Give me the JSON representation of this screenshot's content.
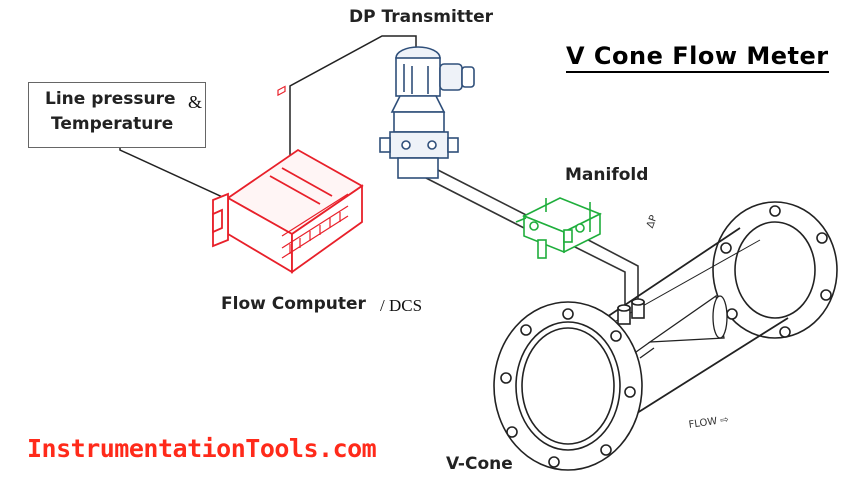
{
  "labels": {
    "dp_transmitter": "DP Transmitter",
    "title": "V Cone Flow Meter",
    "line_pressure": "Line pressure",
    "ampersand": "&",
    "temperature": "Temperature",
    "manifold": "Manifold",
    "flow_computer": "Flow Computer",
    "dcs": "/ DCS",
    "v_cone": "V-Cone",
    "brand": "InstrumentationTools.com",
    "flow_marking": "FLOW ⇨",
    "dp_marking": "ΔP"
  },
  "colors": {
    "flow_computer": "#e8202a",
    "manifold": "#1fae3c",
    "brand": "#ff2a1a",
    "line_art": "#222222"
  }
}
